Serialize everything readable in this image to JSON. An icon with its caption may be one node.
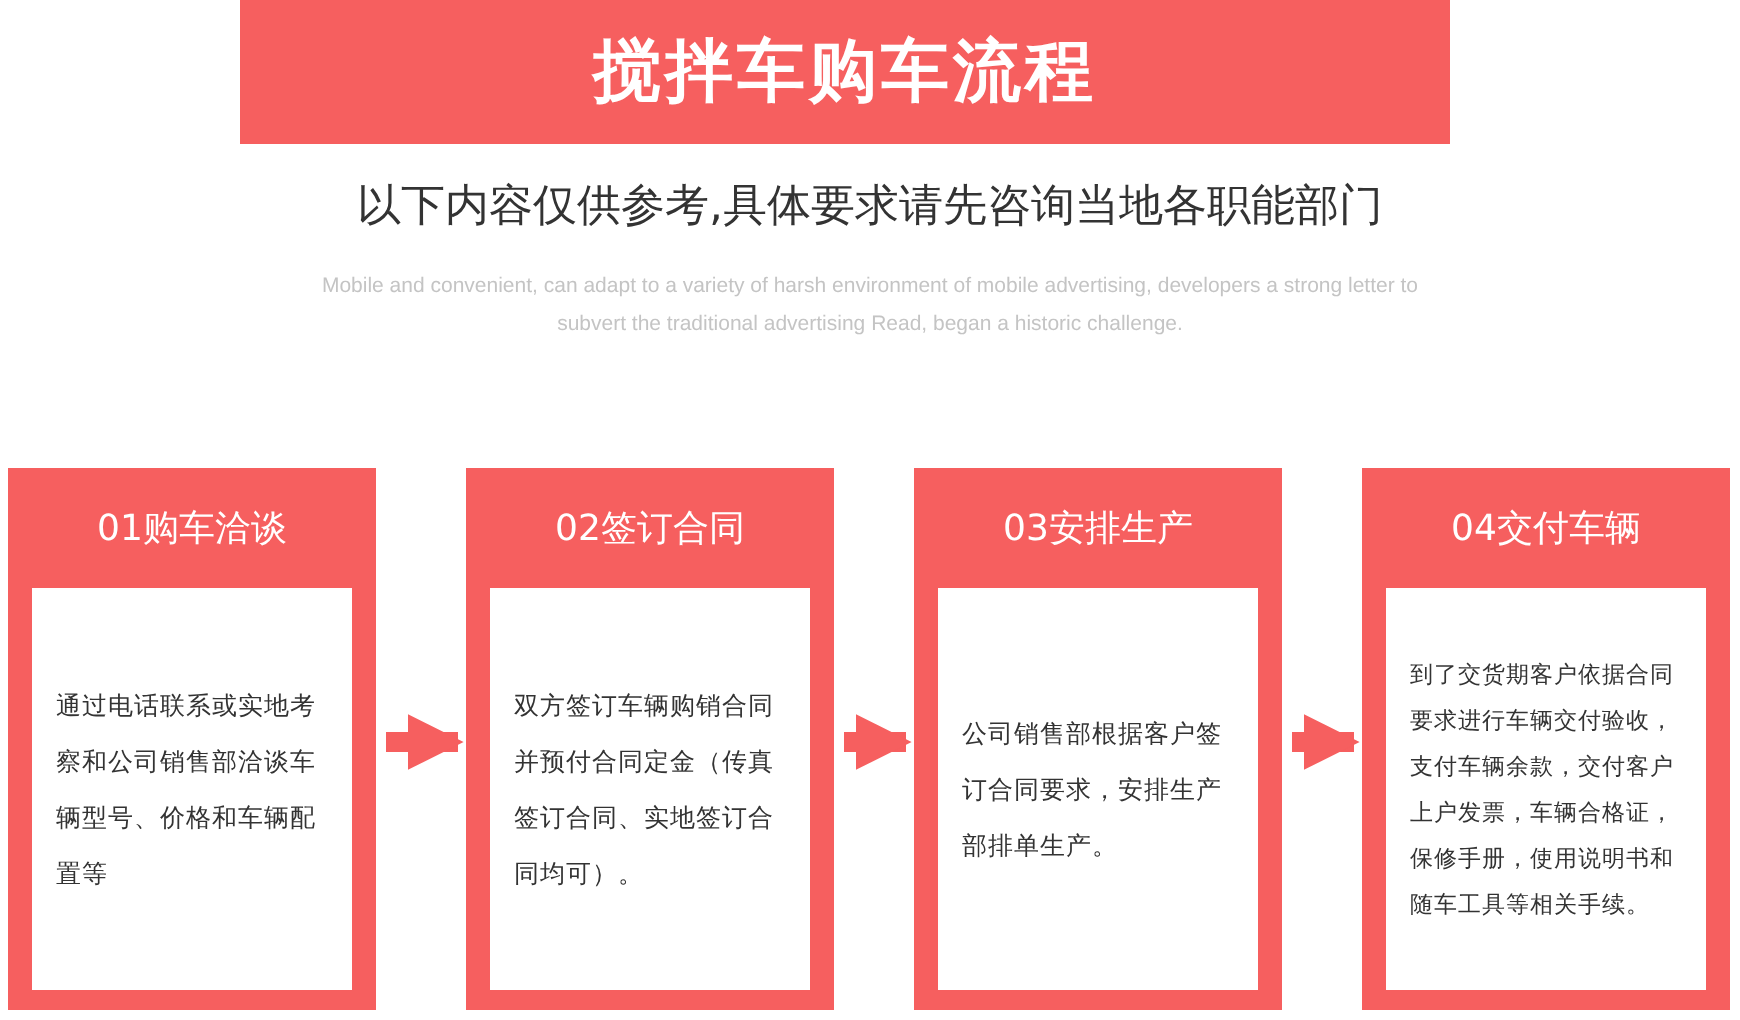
{
  "diagram": {
    "title": "搅拌车购车流程",
    "nodes": [
      {
        "text": [
          "01购车洽谈"
        ]
      },
      {
        "text": [
          "通过电话联系或实地考察和公司销售部洽谈车辆型号、价格和车辆配置等"
        ],
        "in": 0
      },
      {
        "text": [
          "02签订合同"
        ]
      },
      {
        "text": [
          "双方签订车辆购销合同并预付合同定金（传真签订合同、实地签订合同均可）。"
        ],
        "in": 2
      },
      {
        "text": [
          "03安排生产"
        ]
      },
      {
        "text": [
          "公司销售部根据客户签订合同要求，安排生产部排单生产。"
        ],
        "in": 4
      },
      {
        "text": [
          "04交付车辆"
        ]
      },
      {
        "text": [
          "到了交货期客户依据合同要求进行车辆交付验收，支付车辆余款，交付客户上户发票，车辆合格证，保修手册，使用说明书和随车工具等相关手续。"
        ],
        "in": 6
      }
    ],
    "edges": [
      {
        "from": 0,
        "to": 2,
        "arrow": "to"
      },
      {
        "from": 2,
        "to": 4,
        "arrow": "to"
      },
      {
        "from": 4,
        "to": 6,
        "arrow": "to"
      }
    ],
    "labels": [
      "以下内容仅供参考,具体要求请先咨询当地各职能部门",
      "Mobile and convenient, can adapt to a variety of harsh environment of mobile advertising, developers a strong letter to subvert the traditional advertising Read, began a historic challenge."
    ]
  }
}
